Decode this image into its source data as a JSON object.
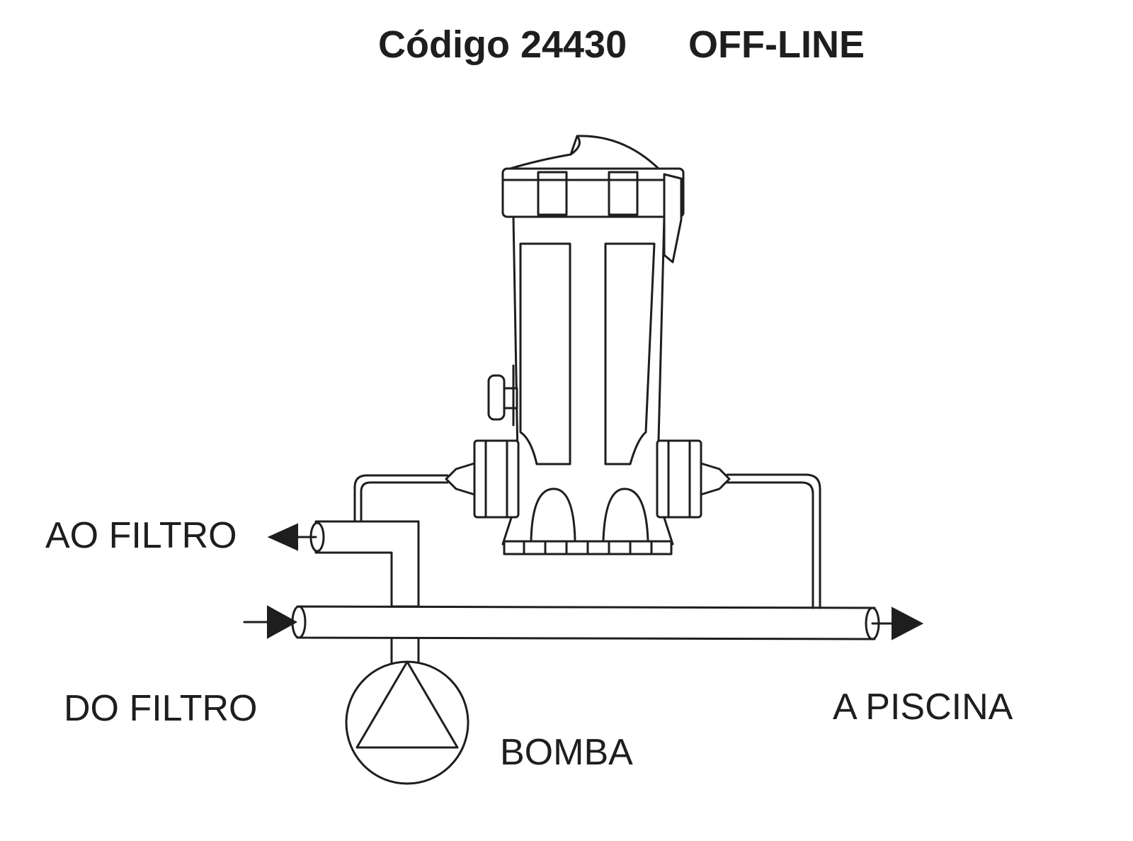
{
  "header": {
    "code_label": "Código 24430",
    "mode_label": "OFF-LINE"
  },
  "labels": {
    "ao_filtro": "AO FILTRO",
    "do_filtro": "DO FILTRO",
    "a_piscina": "A PISCINA",
    "bomba": "BOMBA"
  },
  "colors": {
    "line": "#1e1e1e",
    "background": "#ffffff"
  }
}
